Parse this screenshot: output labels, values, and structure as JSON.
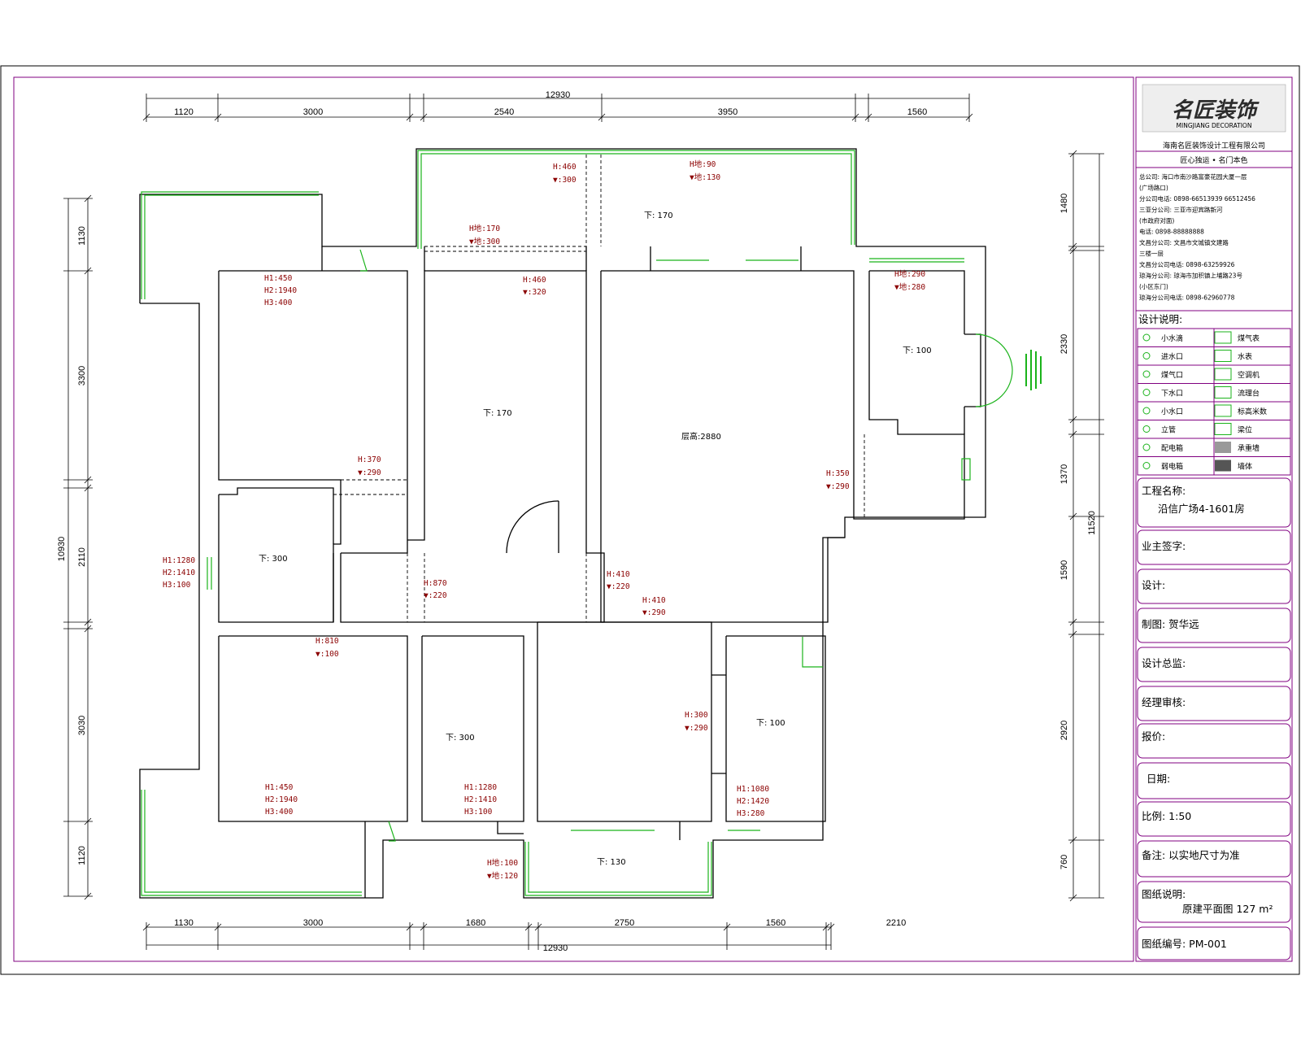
{
  "dimensions": {
    "top_total": "12930",
    "top": [
      "1120",
      "3000",
      "2540",
      "3950",
      "1560"
    ],
    "bottom_total": "12930",
    "bottom": [
      "1130",
      "3000",
      "1680",
      "2750",
      "1560",
      "2210"
    ],
    "left_total": "10930",
    "left": [
      "1130",
      "3300",
      "2110",
      "3030",
      "1120"
    ],
    "right_total": "11520",
    "right": [
      "1480",
      "2330",
      "1370",
      "1590",
      "2920",
      "760"
    ]
  },
  "room_labels": [
    "H:460",
    "▼:300",
    "H地:90",
    "▼地:130",
    "下: 170",
    "H地:170",
    "▼地:300",
    "H1:450",
    "H2:1940",
    "H3:400",
    "H:460",
    "▼:320",
    "下: 170",
    "H地:290",
    "▼地:280",
    "下: 100",
    "层高:2880",
    "H:370",
    "▼:290",
    "H:350",
    "▼:290",
    "H1:1280",
    "H2:1410",
    "H3:100",
    "下: 300",
    "H:870",
    "▼:220",
    "H:410",
    "▼:220",
    "H:410",
    "▼:290",
    "H:810",
    "▼:100",
    "下: 300",
    "H:300",
    "▼:290",
    "下: 100",
    "H1:450",
    "H2:1940",
    "H3:400",
    "H1:1280",
    "H2:1410",
    "H3:100",
    "H1:1080",
    "H2:1420",
    "H3:280",
    "H地:100",
    "▼地:120",
    "下: 130"
  ],
  "title_block": {
    "logo_text": "名匠装饰",
    "logo_sub": "MINGJIANG DECORATION",
    "company": "海南名匠装饰设计工程有限公司",
    "slogan": "匠心独运 • 名门本色",
    "addresses": [
      "总公司: 海口市南沙路富豪花园大厦一层",
      "(广场路口)",
      "分公司电话: 0898-66513939 66512456",
      "三亚分公司: 三亚市迎宾路新河",
      "(市政府对面)",
      "电话: 0898-88888888",
      "文昌分公司: 文昌市文城镇文建路",
      "三楼一层",
      "文昌分公司电话: 0898-63259926",
      "琼海分公司: 琼海市加积镇上埔路23号",
      "(小区东门)",
      "琼海分公司电话: 0898-62960778"
    ],
    "legend_title": "设计说明:",
    "legend": [
      [
        "小水滴",
        "煤气表"
      ],
      [
        "进水口",
        "水表"
      ],
      [
        "煤气口",
        "空调机"
      ],
      [
        "下水口",
        "流理台"
      ],
      [
        "小水口",
        "标高米数"
      ],
      [
        "立管",
        "梁位"
      ],
      [
        "配电箱",
        "承重墙"
      ],
      [
        "弱电箱",
        "墙体"
      ]
    ],
    "project_label": "工程名称:",
    "project_value": "沿信广场4-1601房",
    "client_sign": "业主签字:",
    "designer": "设计:",
    "drafter": "制图: 贺华远",
    "design_director": "设计总监:",
    "manager_review": "经理审核:",
    "quote": "报价:",
    "date": "日期:",
    "scale": "比例: 1:50",
    "remark": "备注: 以实地尺寸为准",
    "drawing_desc_label": "图纸说明:",
    "drawing_desc_value": "原建平面图 127 m²",
    "drawing_no": "图纸编号: PM-001"
  },
  "colors": {
    "walls": "#000000",
    "windows": "#1bb31b",
    "labels": "#8b0000",
    "frame": "#800080"
  }
}
